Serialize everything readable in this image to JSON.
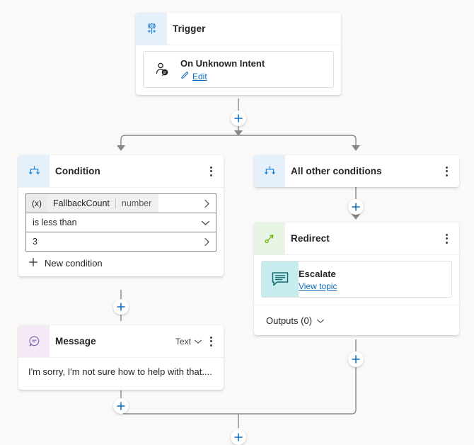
{
  "canvas": {
    "background": "#faf9f8",
    "connector_color": "#8a8886",
    "accent_color": "#0f6cbd"
  },
  "nodes": {
    "trigger": {
      "title": "Trigger",
      "icon": "trigger-broadcast-icon",
      "icon_tint": "#e5f0fb",
      "item": {
        "title": "On Unknown Intent",
        "icon": "unknown-intent-person-icon",
        "link_label": "Edit",
        "link_icon": "pencil-icon"
      }
    },
    "condition": {
      "title": "Condition",
      "icon": "condition-branch-icon",
      "icon_tint": "#e5f0fb",
      "variable": {
        "prefix": "(x)",
        "name": "FallbackCount",
        "type": "number",
        "chevron": "chevron-right-icon"
      },
      "operator": {
        "value": "is less than",
        "chevron": "chevron-down-icon"
      },
      "value": {
        "value": "3",
        "chevron": "chevron-right-icon"
      },
      "new_condition_label": "New condition"
    },
    "all_other_conditions": {
      "title": "All other conditions",
      "icon": "condition-branch-icon",
      "icon_tint": "#e5f0fb"
    },
    "redirect": {
      "title": "Redirect",
      "icon": "redirect-arrow-icon",
      "icon_tint": "#e9f5e4",
      "item": {
        "title": "Escalate",
        "icon": "topic-message-icon",
        "icon_tint": "#c7eced",
        "link_label": "View topic"
      },
      "outputs_label": "Outputs (0)",
      "outputs_chevron": "chevron-down-icon"
    },
    "message": {
      "title": "Message",
      "icon": "message-bubble-icon",
      "icon_tint": "#f4eaf5",
      "format_label": "Text",
      "format_chevron": "chevron-down-icon",
      "body_text": "I'm sorry, I'm not sure how to help with that...."
    }
  },
  "add_buttons": [
    {
      "name": "add-node-after-trigger",
      "label": "+"
    },
    {
      "name": "add-node-after-all-other-conditions",
      "label": "+"
    },
    {
      "name": "add-node-after-condition",
      "label": "+"
    },
    {
      "name": "add-node-after-message",
      "label": "+"
    },
    {
      "name": "add-node-after-redirect",
      "label": "+"
    },
    {
      "name": "add-node-after-merge",
      "label": "+"
    }
  ]
}
